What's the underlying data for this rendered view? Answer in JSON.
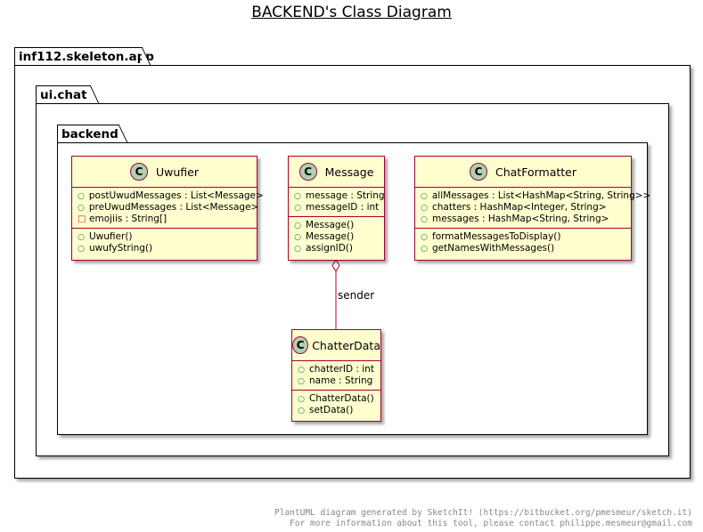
{
  "title": "BACKEND's Class Diagram",
  "packages": {
    "outer": "inf112.skeleton.app",
    "middle": "ui.chat",
    "inner": "backend"
  },
  "classes": {
    "uwufier": {
      "stereotype": "C",
      "name": "Uwufier",
      "fields": [
        {
          "vis": "public",
          "text": "postUwudMessages : List<Message>"
        },
        {
          "vis": "public",
          "text": "preUwudMessages : List<Message>"
        },
        {
          "vis": "private",
          "text": "emojiis : String[]"
        }
      ],
      "methods": [
        {
          "vis": "public",
          "text": "Uwufier()"
        },
        {
          "vis": "public",
          "text": "uwufyString()"
        }
      ]
    },
    "message": {
      "stereotype": "C",
      "name": "Message",
      "fields": [
        {
          "vis": "public",
          "text": "message : String"
        },
        {
          "vis": "public",
          "text": "messageID : int"
        }
      ],
      "methods": [
        {
          "vis": "public",
          "text": "Message()"
        },
        {
          "vis": "public",
          "text": "Message()"
        },
        {
          "vis": "public",
          "text": "assignID()"
        }
      ]
    },
    "chatformatter": {
      "stereotype": "C",
      "name": "ChatFormatter",
      "fields": [
        {
          "vis": "public",
          "text": "allMessages : List<HashMap<String, String>>"
        },
        {
          "vis": "public",
          "text": "chatters : HashMap<Integer, String>"
        },
        {
          "vis": "public",
          "text": "messages : HashMap<String, String>"
        }
      ],
      "methods": [
        {
          "vis": "public",
          "text": "formatMessagesToDisplay()"
        },
        {
          "vis": "public",
          "text": "getNamesWithMessages()"
        }
      ]
    },
    "chatterdata": {
      "stereotype": "C",
      "name": "ChatterData",
      "fields": [
        {
          "vis": "public",
          "text": "chatterID : int"
        },
        {
          "vis": "public",
          "text": "name : String"
        }
      ],
      "methods": [
        {
          "vis": "public",
          "text": "ChatterData()"
        },
        {
          "vis": "public",
          "text": "setData()"
        }
      ]
    }
  },
  "relation": {
    "label": "sender",
    "kind": "aggregation",
    "from": "Message",
    "to": "ChatterData"
  },
  "footer": {
    "line1": "PlantUML diagram generated by SketchIt! (https://bitbucket.org/pmesmeur/sketch.it)",
    "line2": "For more information about this tool, please contact philippe.mesmeur@gmail.com"
  },
  "colors": {
    "class_fill": "#FEFECE",
    "class_border": "#A80036",
    "stereotype_circle": "#ADD1B2",
    "public_marker": "#038048",
    "private_marker": "#C82930"
  }
}
